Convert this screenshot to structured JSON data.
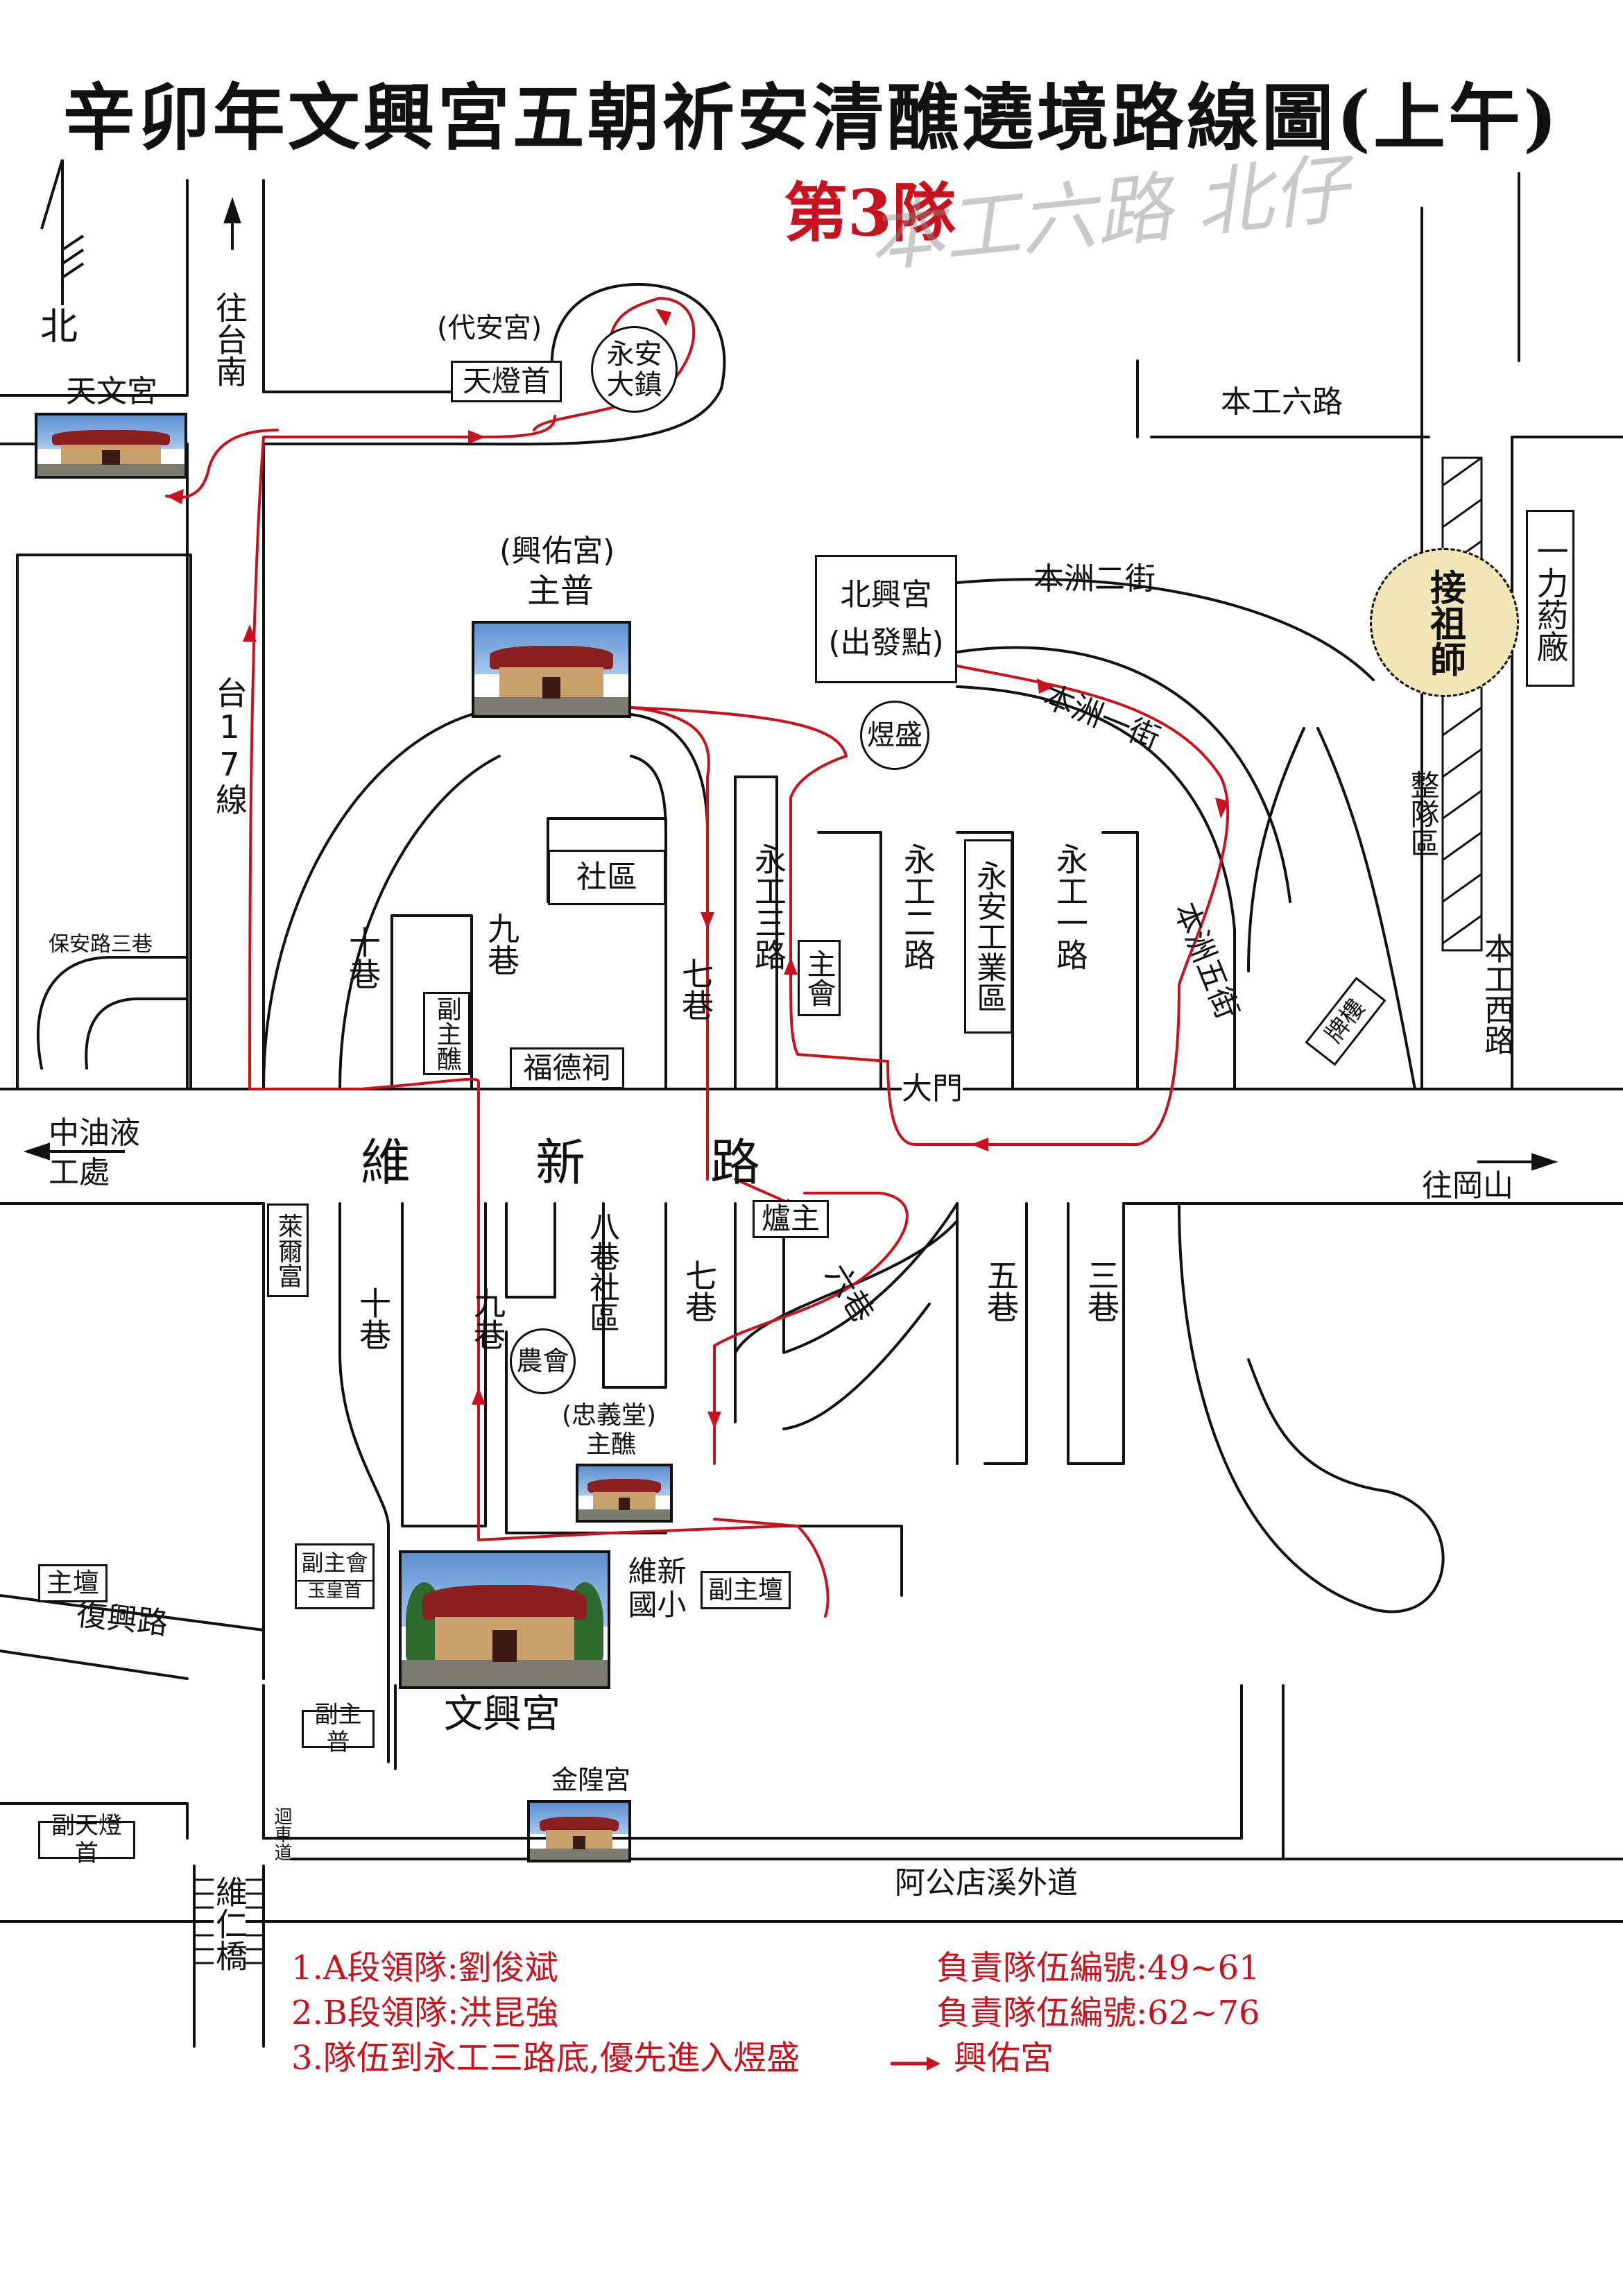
{
  "title": "辛卯年文興宮五朝祈安清醮遶境路線圖(上午)",
  "team": "第3隊",
  "handwriting": "本工六路 北仔",
  "north_label": "北",
  "roads": {
    "to_tainan": "往台南",
    "tai17": "台17線",
    "bengong6": "本工六路",
    "benzhou2": "本洲二街",
    "benzhou1": "本洲一街",
    "benzhou5": "本洲五街",
    "yonggong3": "永工三路",
    "yonggong2": "永工二路",
    "yonggong1": "永工一路",
    "yongan_ind": "永安工業區",
    "lane10": "十巷",
    "lane9": "九巷",
    "lane7": "七巷",
    "lane8": "八巷社區",
    "lane6": "六巷",
    "lane5": "五巷",
    "lane3": "三巷",
    "weixin": "維新路",
    "bengong_west": "本工西路",
    "to_gangshan": "往岡山",
    "zhongyou": "中油液工處",
    "fuxing": "復興路",
    "agongdian": "阿公店溪外道",
    "baoan3": "保安路三巷",
    "huiche": "迴車道",
    "weiren": "維仁橋",
    "shequ": "社區",
    "damen": "大門",
    "zhengdui": "整隊區"
  },
  "places": {
    "tianwen": "天文宮",
    "daian_paren": "(代安宮)",
    "tiandeng_shou": "天燈首",
    "yongan_dazhen": "永安大鎮",
    "xingyou_paren": "(興佑宮)",
    "zhupu": "主普",
    "beixing": "北興宮",
    "start": "(出發點)",
    "yusheng": "煜盛",
    "jiezushi": "接祖師",
    "yili": "一力葯廠",
    "pailou": "牌樓",
    "zhuhui": "主會",
    "fuzhujiao": "副主醮",
    "fudeci": "福德祠",
    "laierfu": "萊爾富",
    "luzhu": "爐主",
    "nonghui": "農會",
    "zhongyi_paren": "(忠義堂)",
    "zhujiao": "主醮",
    "weixin_school": "維新國小",
    "fuzhutan": "副主壇",
    "fuzhuhui": "副主會",
    "yuhuangshou": "玉皇首",
    "wenxing": "文興宮",
    "zhutan": "主壇",
    "fuzhupu": "副主普",
    "jinhuang": "金隍宮",
    "futiandeng": "副天燈首"
  },
  "notes": [
    {
      "left": "1.A段領隊:劉俊斌",
      "right": "負責隊伍編號:49~61"
    },
    {
      "left": "2.B段領隊:洪昆強",
      "right": "負責隊伍編號:62~76"
    },
    {
      "left": "3.隊伍到永工三路底,優先進入煜盛",
      "right": "興佑宮"
    }
  ],
  "colors": {
    "route": "#c8121e",
    "road": "#111111",
    "jiezushi_fill": "#f1e7b8"
  },
  "icons": [
    "north-arrow-icon",
    "arrow-up-icon",
    "arrow-left-icon",
    "arrow-right-icon",
    "arrow-icon"
  ]
}
